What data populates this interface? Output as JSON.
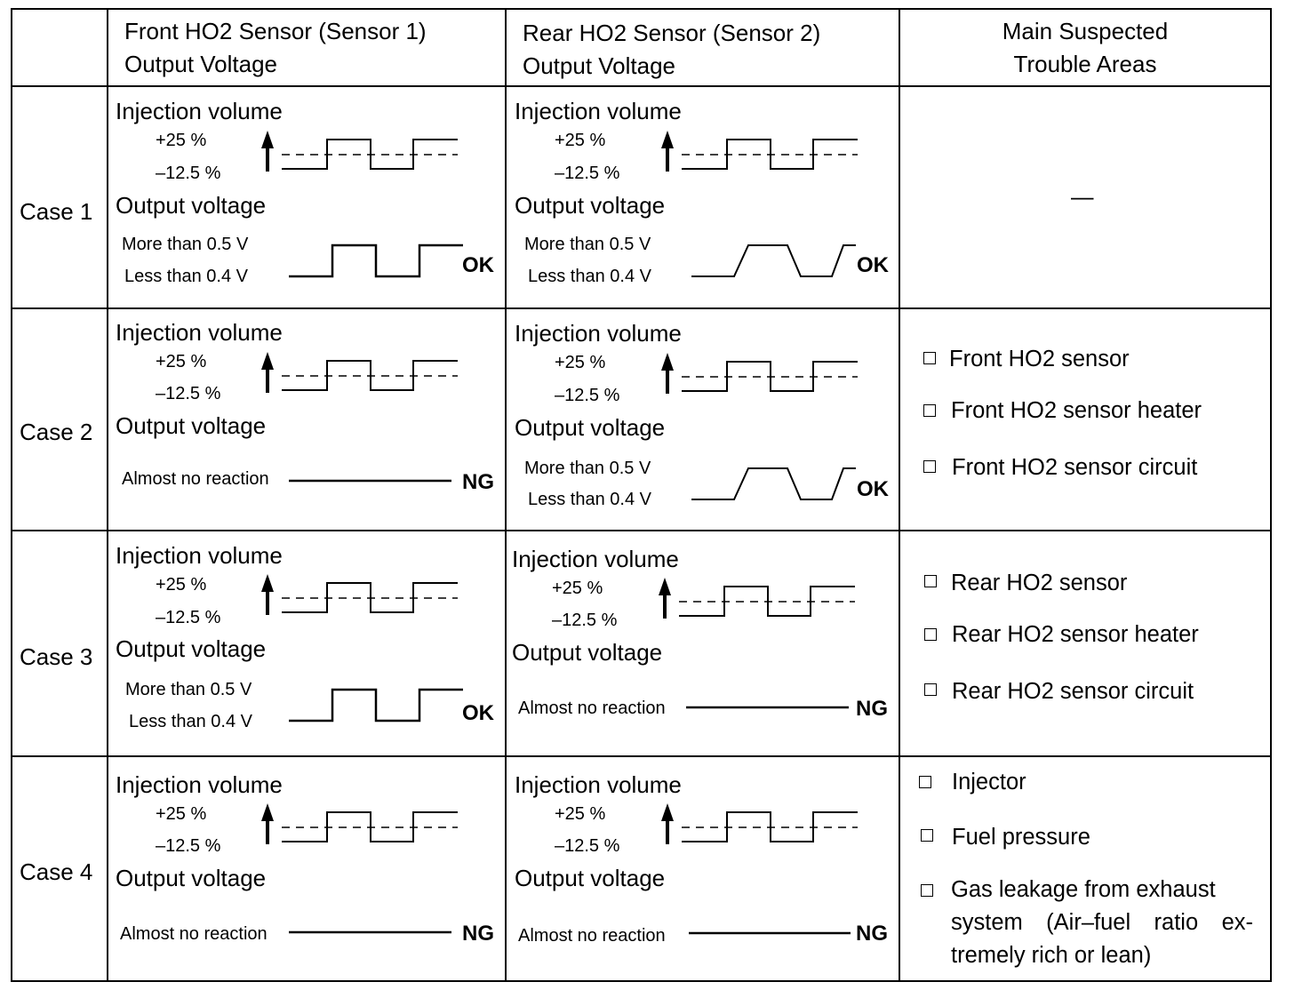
{
  "table": {
    "headers": {
      "front": [
        "Front HO2 Sensor (Sensor 1)",
        "Output Voltage"
      ],
      "rear": [
        "Rear HO2 Sensor (Sensor 2)",
        "Output Voltage"
      ],
      "areas": [
        "Main Suspected",
        "Trouble Areas"
      ]
    },
    "common": {
      "injection_label": "Injection volume",
      "plus": "+25 %",
      "minus": "–12.5 %",
      "output_label": "Output voltage",
      "more": "More than 0.5 V",
      "less": "Less than 0.4 V",
      "no_reaction": "Almost no reaction"
    },
    "cases": [
      {
        "label": "Case 1",
        "front_result": "OK",
        "rear_result": "OK",
        "areas": [
          "—"
        ]
      },
      {
        "label": "Case 2",
        "front_result": "NG",
        "rear_result": "OK",
        "areas": [
          "Front HO2 sensor",
          "Front HO2 sensor heater",
          "Front HO2 sensor circuit"
        ]
      },
      {
        "label": "Case 3",
        "front_result": "OK",
        "rear_result": "NG",
        "areas": [
          "Rear HO2 sensor",
          "Rear HO2 sensor heater",
          "Rear HO2 sensor circuit"
        ]
      },
      {
        "label": "Case 4",
        "front_result": "NG",
        "rear_result": "NG",
        "areas": [
          "Injector",
          "Fuel pressure",
          "Gas leakage from exhaust",
          "system (Air–fuel ratio ex-",
          "tremely rich or lean)"
        ]
      }
    ]
  }
}
